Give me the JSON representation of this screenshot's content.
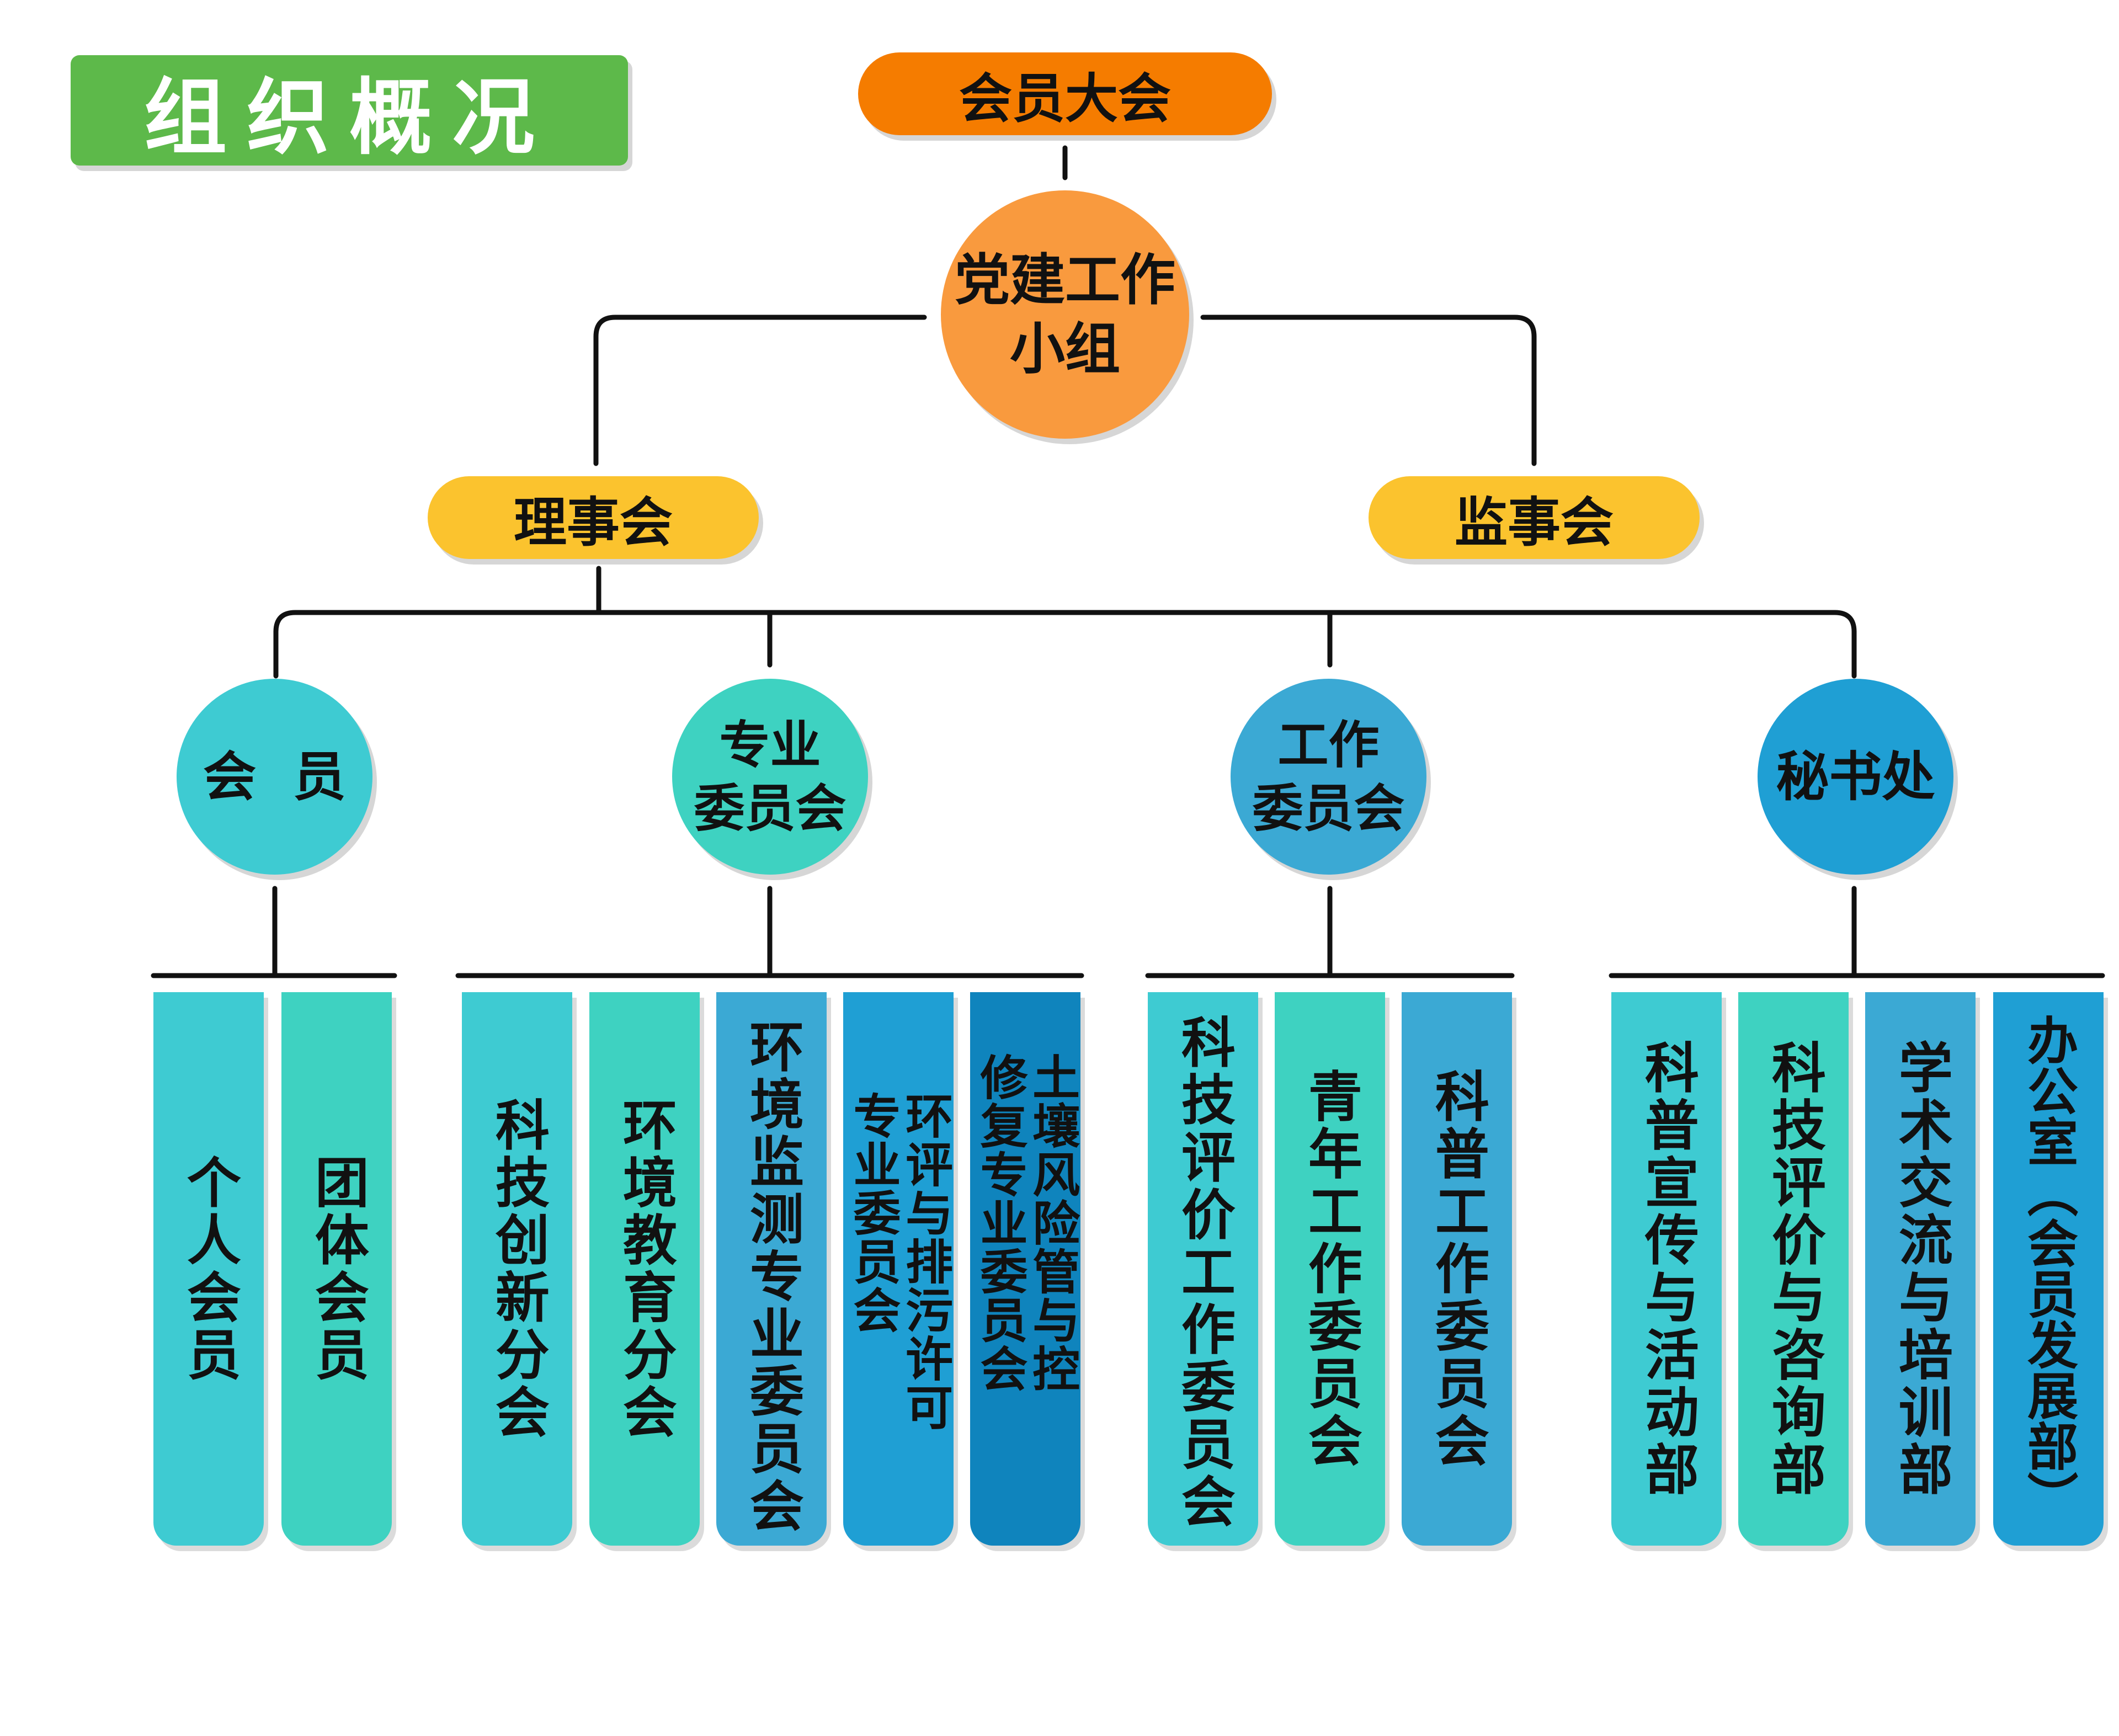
{
  "title": "组织概况",
  "colors": {
    "title_bg": "#5db94a",
    "general_assembly": "#f57c00",
    "party_group": "#f99a3e",
    "councils": "#fbc32e",
    "line": "#111111",
    "teal": "#3ecbd2",
    "aqua": "#3ed2c1",
    "steel": "#3ba9d4",
    "blue": "#1f9fd4",
    "deep_blue": "#0f84bd"
  },
  "top": {
    "general_assembly": "会员大会",
    "party_group_line1": "党建工作",
    "party_group_line2": "小组"
  },
  "councils": {
    "board": "理事会",
    "supervisory": "监事会"
  },
  "branches": {
    "members": {
      "label": "会  员",
      "items": [
        "个人会员",
        "团体会员"
      ]
    },
    "professional": {
      "label_line1": "专业",
      "label_line2": "委员会",
      "items": [
        "科技创新分会",
        "环境教育分会",
        "环境监测专业委员会"
      ],
      "item4_line1": "环评与排污许可",
      "item4_line2": "专业委员会",
      "item5_line1": "土壤风险管与控",
      "item5_line2": "修复专业委员会"
    },
    "working": {
      "label_line1": "工作",
      "label_line2": "委员会",
      "items": [
        "科技评价工作委员会",
        "青年工作委员会",
        "科普工作委员会"
      ]
    },
    "secretariat": {
      "label": "秘书处",
      "items": [
        "科普宣传与活动部",
        "科技评价与咨询部",
        "学术交流与培训部",
        "办公室（会员发展部）"
      ]
    }
  }
}
